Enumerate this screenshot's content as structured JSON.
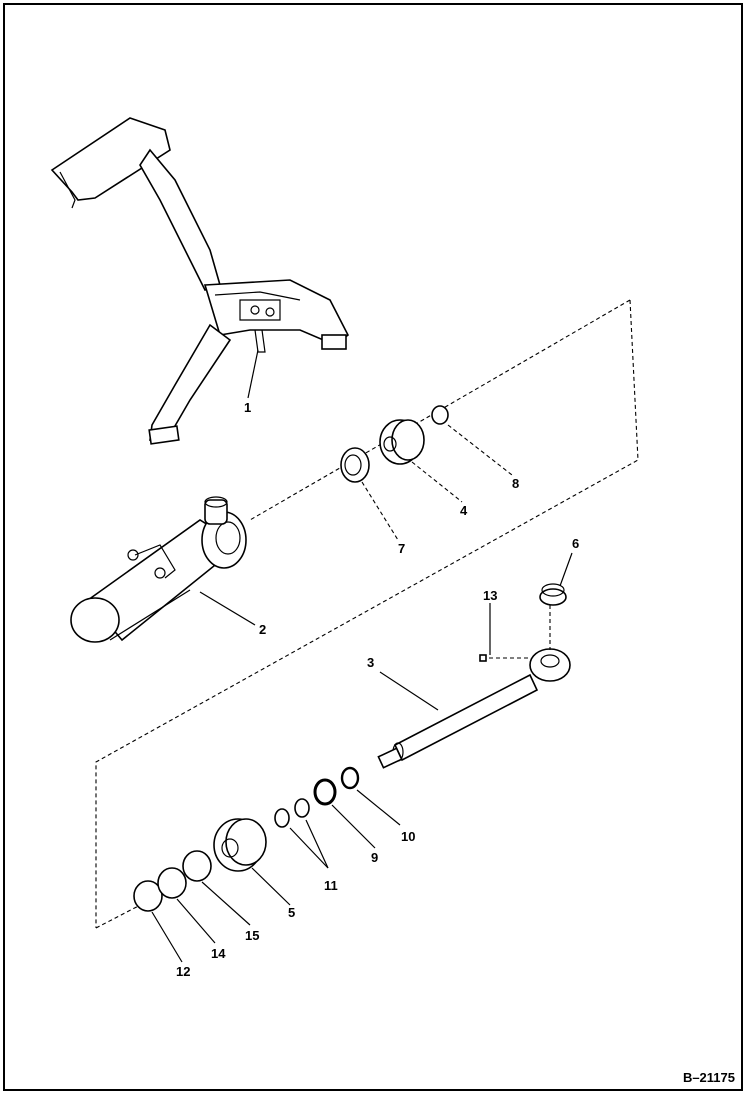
{
  "callouts": {
    "c1": "1",
    "c2": "2",
    "c3": "3",
    "c4": "4",
    "c5": "5",
    "c6": "6",
    "c7": "7",
    "c8": "8",
    "c9": "9",
    "c10": "10",
    "c11": "11",
    "c12": "12",
    "c13": "13",
    "c14": "14",
    "c15": "15"
  },
  "doc_id": "B–21175"
}
